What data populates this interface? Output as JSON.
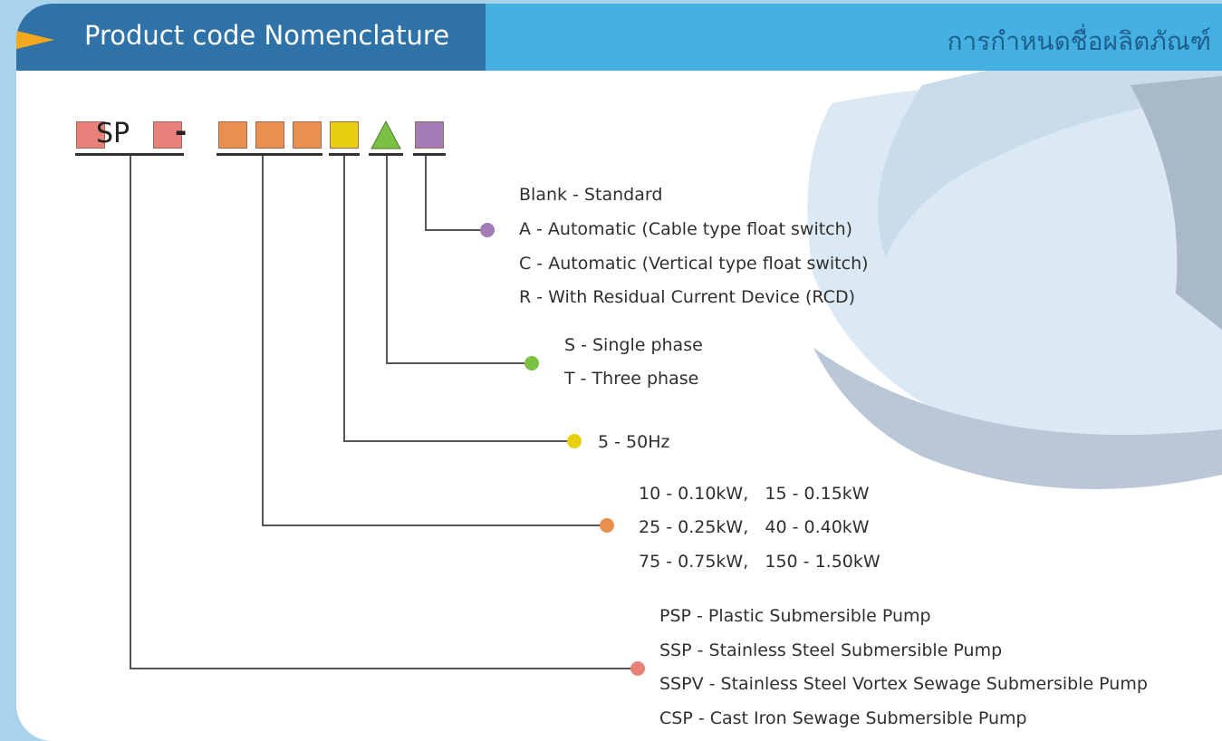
{
  "header": {
    "title": "Product code Nomenclature",
    "thai_title": "การกำหนดชื่อผลิตภัณฑ์"
  },
  "code": {
    "sp": "SP",
    "dash": "-"
  },
  "groups": {
    "option": [
      "Blank - Standard",
      "A - Automatic (Cable type float switch)",
      "C - Automatic (Vertical type float switch)",
      "R - With Residual Current Device (RCD)"
    ],
    "phase": [
      "S - Single phase",
      "T - Three phase"
    ],
    "frequency": [
      "5 - 50Hz"
    ],
    "power": [
      "10 - 0.10kW,   15 - 0.15kW",
      "25 - 0.25kW,   40 - 0.40kW",
      "75 - 0.75kW,   150 - 1.50kW"
    ],
    "type": [
      "PSP - Plastic Submersible Pump",
      "SSP - Stainless Steel Submersible Pump",
      "SSPV - Stainless Steel Vortex Sewage Submersible Pump",
      "CSP - Cast Iron Sewage Submersible Pump"
    ]
  },
  "colors": {
    "type": "#e8817a",
    "power": "#e8914f",
    "frequency": "#e8cf10",
    "phase": "#7bc043",
    "option": "#a57bb6"
  }
}
